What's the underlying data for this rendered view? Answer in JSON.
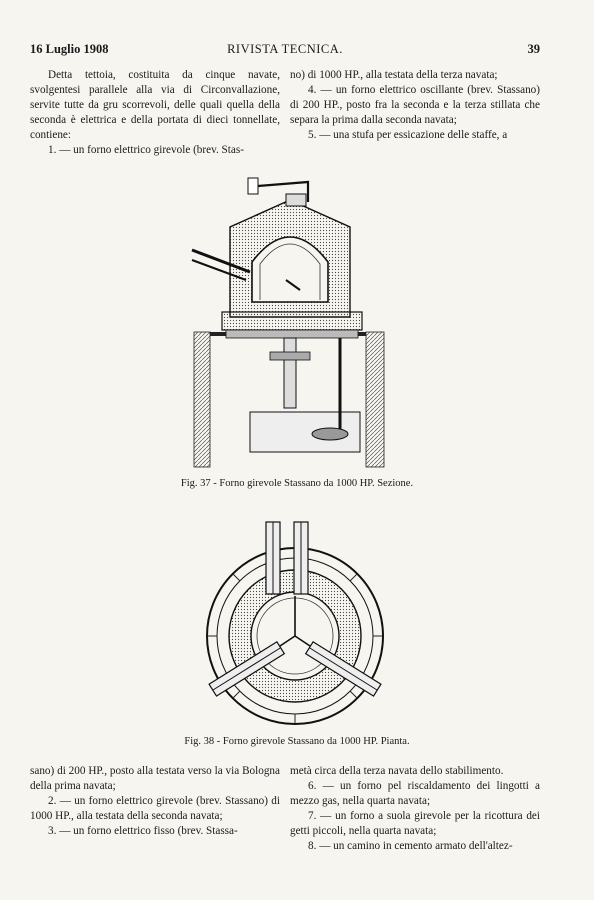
{
  "header": {
    "date": "16 Luglio 1908",
    "journal": "RIVISTA TECNICA.",
    "page": "39"
  },
  "top_left": [
    "Detta tettoia, costituita da cinque navate, svolgentesi parallele alla via di Circonvallazione, servite tutte da gru scorrevoli, delle quali quella della seconda è elettrica e della portata di dieci tonnellate, contiene:",
    "1. — un forno elettrico girevole (brev. Stas-"
  ],
  "top_right": [
    "no) di 1000 HP., alla testata della terza navata;",
    "4. — un forno elettrico oscillante (brev. Stassano) di 200 HP., posto fra la seconda e la terza stillata che separa la prima dalla seconda navata;",
    "5. — una stufa per essicazione delle staffe, a"
  ],
  "captions": {
    "fig37": "Fig. 37 - Forno girevole Stassano da 1000 HP. Sezione.",
    "fig38": "Fig. 38 - Forno girevole Stassano da 1000 HP. Pianta."
  },
  "bottom_left": [
    "sano) di 200 HP., posto alla testata verso la via Bologna della prima navata;",
    "2. — un forno elettrico girevole (brev. Stassano) di 1000 HP., alla testata della seconda navata;",
    "3. — un forno elettrico fisso (brev. Stassa-"
  ],
  "bottom_right": [
    "metà circa della terza navata dello stabilimento.",
    "6. — un forno pel riscaldamento dei lingotti a mezzo gas, nella quarta navata;",
    "7. — un forno a suola girevole per la ricottura dei getti piccoli, nella quarta navata;",
    "8. — un camino in cemento armato dell'altez-"
  ]
}
